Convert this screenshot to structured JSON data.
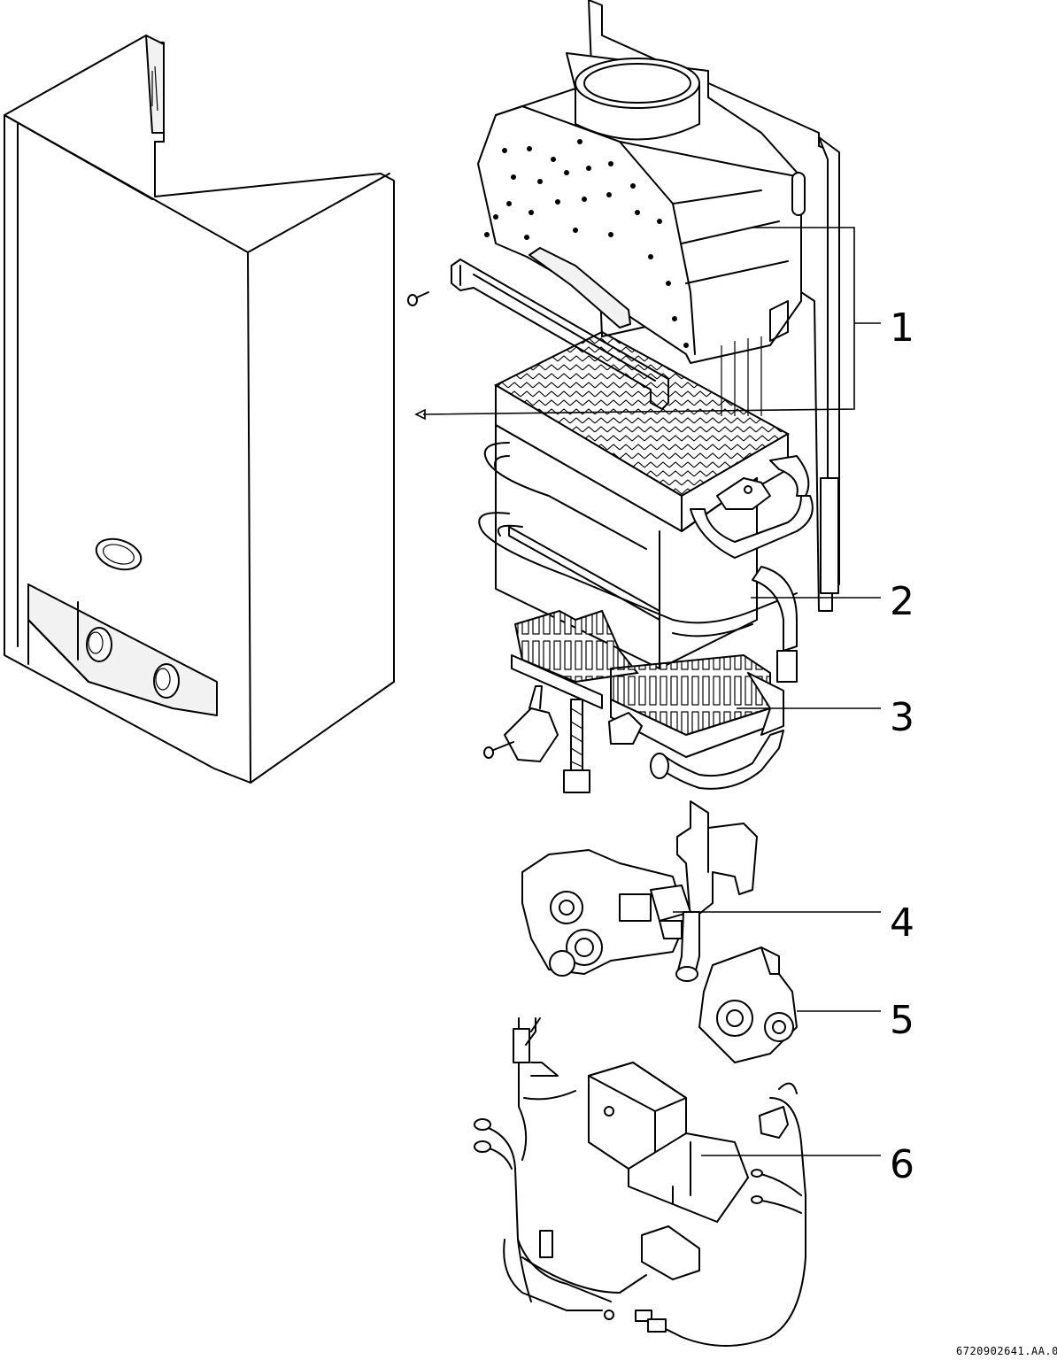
{
  "callouts": [
    {
      "id": "1",
      "label": "1"
    },
    {
      "id": "2",
      "label": "2"
    },
    {
      "id": "3",
      "label": "3"
    },
    {
      "id": "4",
      "label": "4"
    },
    {
      "id": "5",
      "label": "5"
    },
    {
      "id": "6",
      "label": "6"
    }
  ],
  "reference_code": "6720902641.AA.0"
}
